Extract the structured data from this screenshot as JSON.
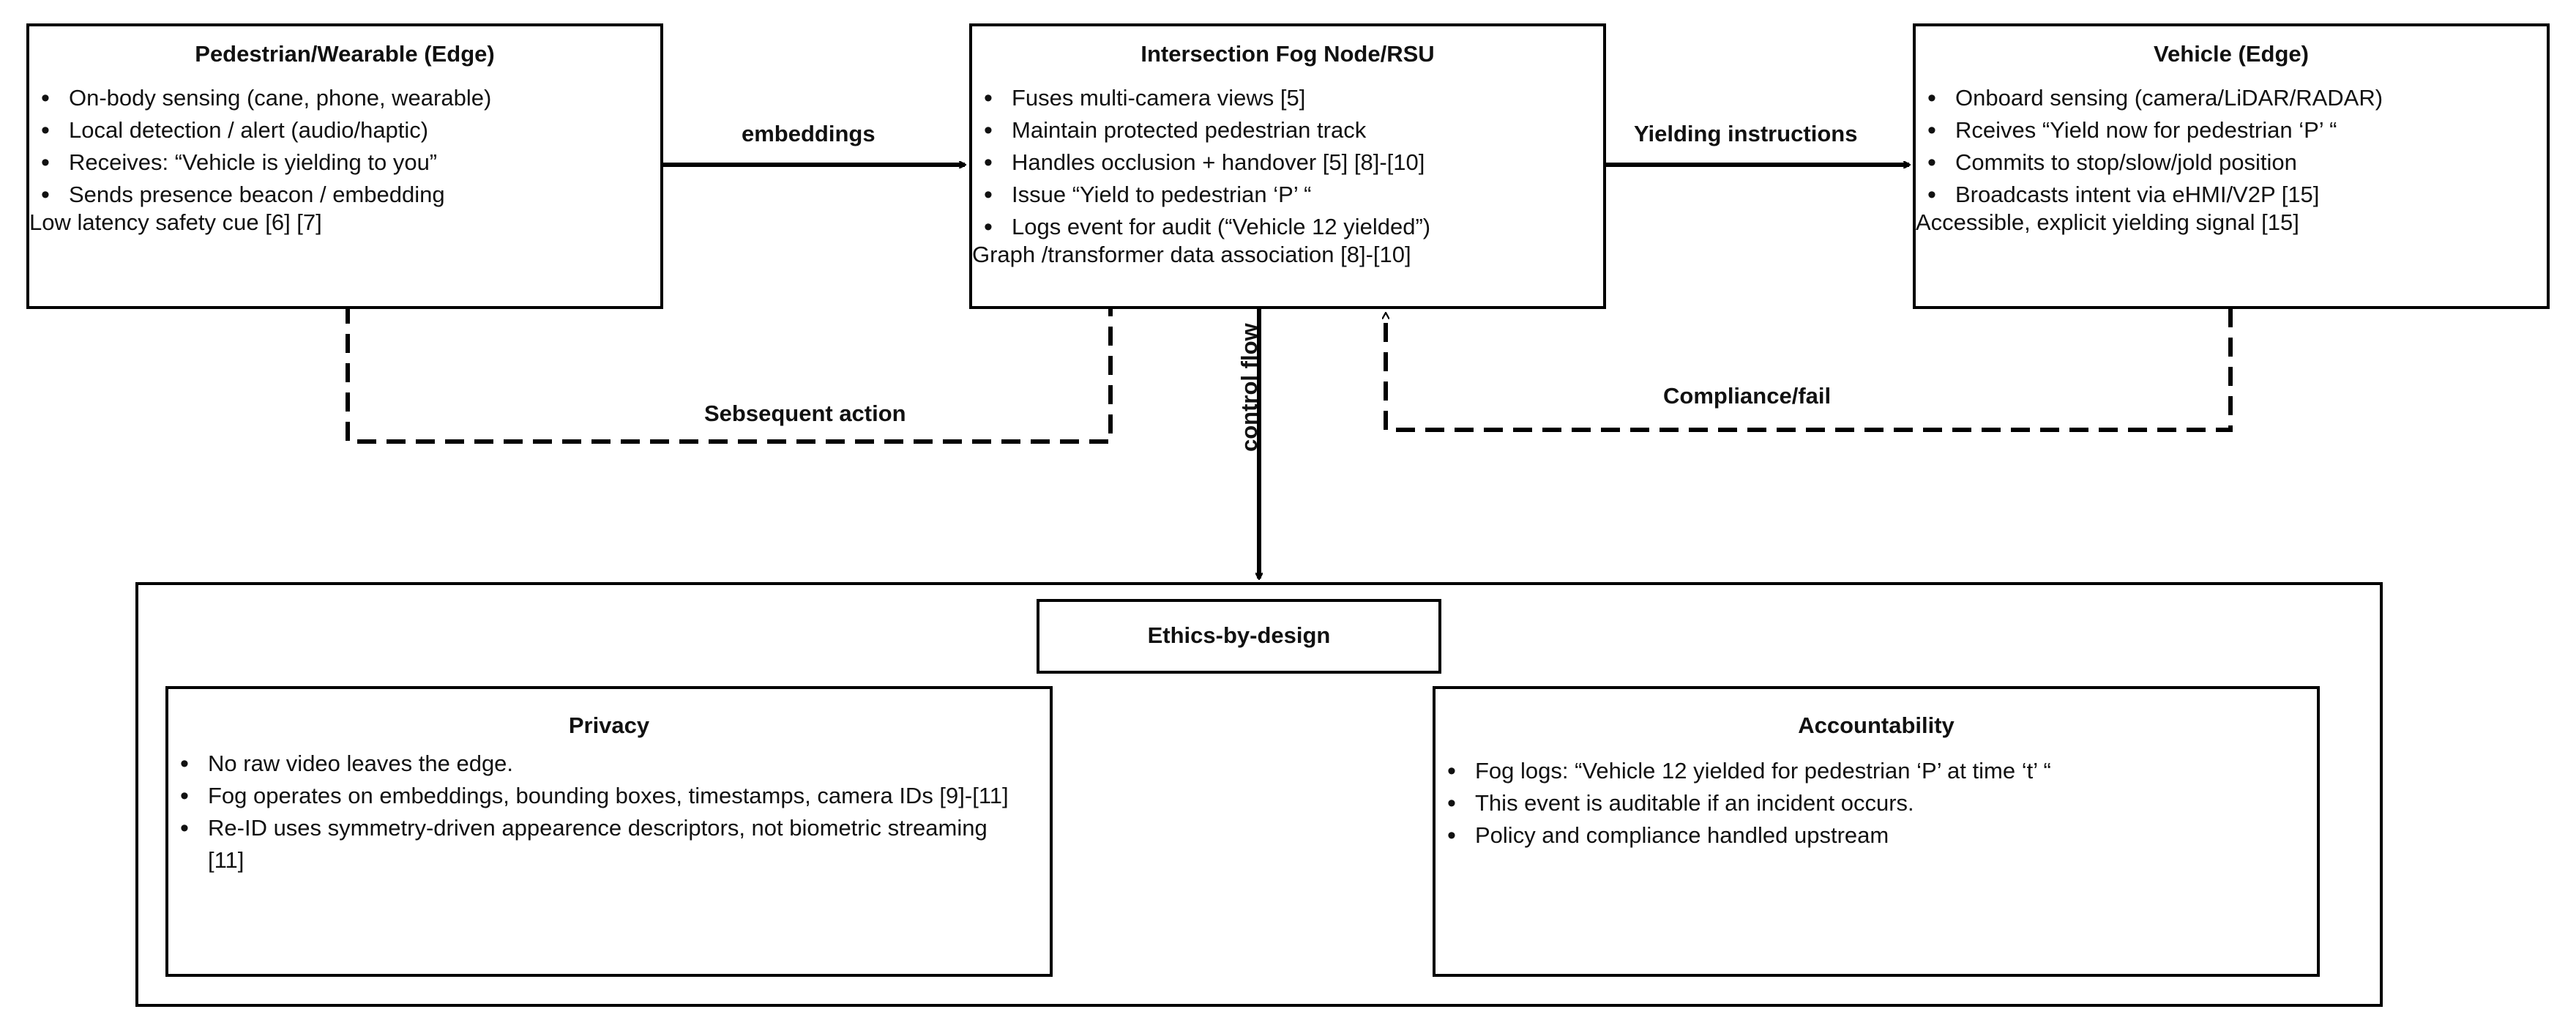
{
  "pedestrian": {
    "title": "Pedestrian/Wearable (Edge)",
    "items": [
      "On-body sensing (cane, phone, wearable)",
      "Local detection / alert (audio/haptic)",
      "Receives: “Vehicle is yielding to you”",
      "Sends presence beacon / embedding"
    ],
    "note": "Low latency safety cue [6] [7]"
  },
  "fog": {
    "title": "Intersection Fog Node/RSU",
    "items": [
      "Fuses multi-camera views [5]",
      "Maintain protected pedestrian track",
      "Handles occlusion + handover [5] [8]-[10]",
      "Issue “Yield to pedestrian ‘P’ “",
      "Logs event for audit (“Vehicle 12 yielded”)"
    ],
    "note": "Graph /transformer data association [8]-[10]"
  },
  "vehicle": {
    "title": "Vehicle (Edge)",
    "items": [
      "Onboard sensing (camera/LiDAR/RADAR)",
      "Rceives “Yield now for pedestrian ‘P’ “",
      "Commits to stop/slow/jold position",
      "Broadcasts intent via eHMI/V2P [15]"
    ],
    "note": "Accessible, explicit yielding signal [15]"
  },
  "edges": {
    "embeddings": "embeddings",
    "yielding": "Yielding  instructions",
    "subsequent": "Sebsequent action",
    "compliance": "Compliance/fail",
    "control": "control flow"
  },
  "ethics": {
    "title": "Ethics-by-design",
    "privacy": {
      "title": "Privacy",
      "items": [
        "No raw video leaves the edge.",
        "Fog operates on embeddings, bounding boxes, timestamps, camera IDs [9]-[11]",
        "Re-ID uses symmetry-driven appearence descriptors, not biometric streaming [11]"
      ]
    },
    "accountability": {
      "title": "Accountability",
      "items": [
        "Fog logs: “Vehicle 12 yielded for pedestrian ‘P’ at time ‘t’ “",
        "This event is auditable if an incident occurs.",
        "Policy and compliance handled upstream"
      ]
    }
  }
}
